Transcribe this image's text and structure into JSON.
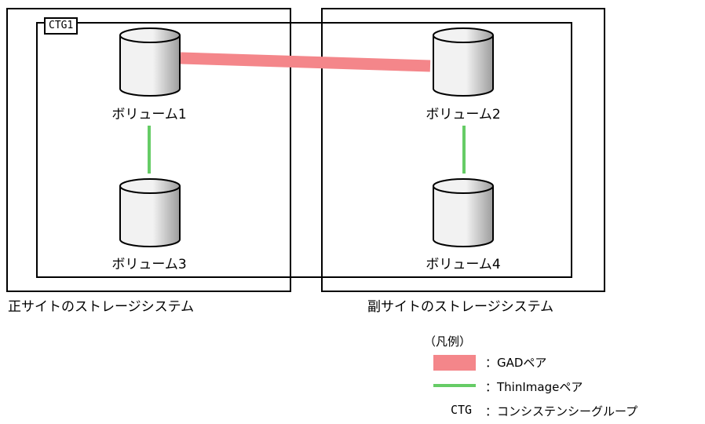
{
  "colors": {
    "gad_pair": "#f4868a",
    "thinimage_pair": "#66cc66",
    "cylinder_fill_light": "#f2f2f2",
    "cylinder_fill_dark": "#9c9c9c",
    "stroke": "#000000"
  },
  "ctg": {
    "label": "CTG1"
  },
  "sites": {
    "primary": {
      "label": "正サイトのストレージシステム"
    },
    "secondary": {
      "label": "副サイトのストレージシステム"
    }
  },
  "volumes": [
    {
      "label": "ボリューム1"
    },
    {
      "label": "ボリューム2"
    },
    {
      "label": "ボリューム3"
    },
    {
      "label": "ボリューム4"
    }
  ],
  "legend": {
    "title": "（凡例）",
    "gad": {
      "text": "：GADペア"
    },
    "thinimage": {
      "text": "：ThinImageペア"
    },
    "ctg": {
      "abbr": "CTG",
      "text": "：コンシステンシーグループ"
    }
  }
}
